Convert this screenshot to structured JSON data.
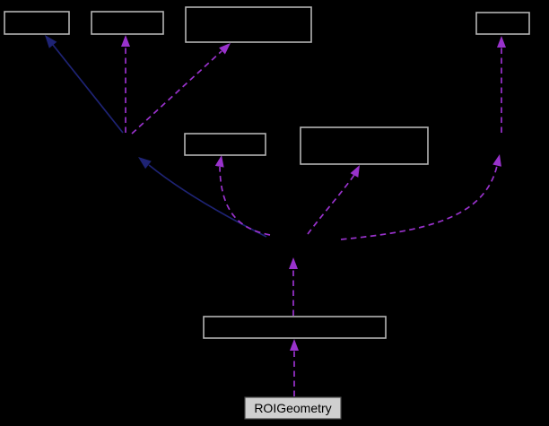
{
  "diagram": {
    "type": "collaboration-graph",
    "background": "#000000",
    "colors": {
      "node_border": "#b4b4b4",
      "inheritance_edge": "#1e2374",
      "usage_edge": "#9932cc",
      "main_node_fill": "#cfcfcf",
      "main_node_border": "#4a4a4a",
      "main_node_text": "#000000"
    },
    "nodes": [
      {
        "id": "node-top-a",
        "label": ""
      },
      {
        "id": "node-top-b",
        "label": ""
      },
      {
        "id": "node-top-c",
        "label": ""
      },
      {
        "id": "node-top-d",
        "label": ""
      },
      {
        "id": "node-mid-e",
        "label": ""
      },
      {
        "id": "node-mid-f",
        "label": ""
      },
      {
        "id": "node-lower-g",
        "label": ""
      },
      {
        "id": "node-main",
        "label": "ROIGeometry"
      }
    ],
    "edges": [
      {
        "id": "edge-1",
        "kind": "inheritance",
        "style": "solid",
        "to": "node-top-a"
      },
      {
        "id": "edge-2",
        "kind": "usage",
        "style": "dashed",
        "to": "node-top-b"
      },
      {
        "id": "edge-3",
        "kind": "usage",
        "style": "dashed",
        "to": "node-top-c"
      },
      {
        "id": "edge-4",
        "kind": "inheritance",
        "style": "solid",
        "to": "junction-left"
      },
      {
        "id": "edge-5",
        "kind": "usage",
        "style": "dashed",
        "to": "node-mid-e"
      },
      {
        "id": "edge-6",
        "kind": "usage",
        "style": "dashed",
        "to": "node-mid-f"
      },
      {
        "id": "edge-7",
        "kind": "usage",
        "style": "dashed",
        "to": "junction-right"
      },
      {
        "id": "edge-8",
        "kind": "usage",
        "style": "dashed",
        "to": "node-top-d"
      },
      {
        "id": "edge-9",
        "kind": "usage",
        "style": "dashed",
        "to": "junction-center"
      },
      {
        "id": "edge-10",
        "kind": "usage",
        "style": "dashed",
        "to": "node-lower-g"
      }
    ]
  }
}
